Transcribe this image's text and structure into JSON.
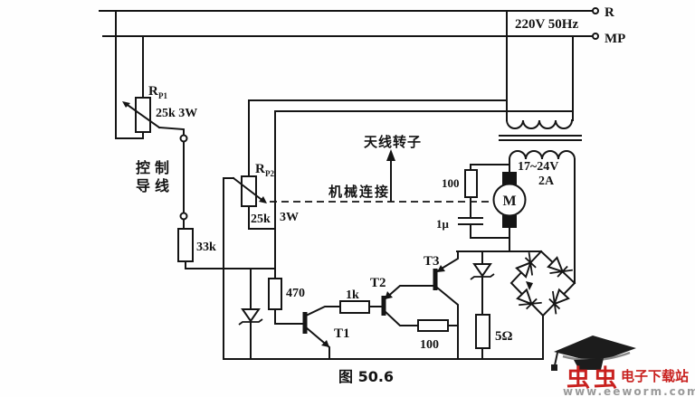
{
  "figure": {
    "caption": "图 50.6"
  },
  "power": {
    "label": "220V 50Hz",
    "terminal_r": "R",
    "terminal_mp": "MP"
  },
  "transformer": {
    "secondary_voltage": "17~24V",
    "secondary_current": "2A"
  },
  "pots": {
    "rp1": {
      "base": "R",
      "sub": "P1",
      "value": "25k 3W"
    },
    "rp2": {
      "base": "R",
      "sub": "P2",
      "value": "25k",
      "wattage": "3W"
    }
  },
  "resistors": {
    "r33k": "33k",
    "r470": "470",
    "r1k": "1k",
    "r100_base": "100",
    "r100_snubber": "100",
    "r5": "5Ω"
  },
  "capacitor": {
    "c1": "1μ"
  },
  "transistors": {
    "t1": "T1",
    "t2": "T2",
    "t3": "T3"
  },
  "motor": {
    "label": "M"
  },
  "annotations": {
    "control_wire_line1": "控制",
    "control_wire_line2": "导线",
    "antenna_rotor": "天线转子",
    "mechanical_link": "机械连接"
  },
  "watermark": {
    "brand": "虫虫",
    "site": "电子下载站",
    "url": "www.eeworm.com"
  },
  "colors": {
    "ink": "#141414",
    "brand_red": "#c8201e",
    "url_gray": "#9a9a9a",
    "background": "#fefefe"
  }
}
